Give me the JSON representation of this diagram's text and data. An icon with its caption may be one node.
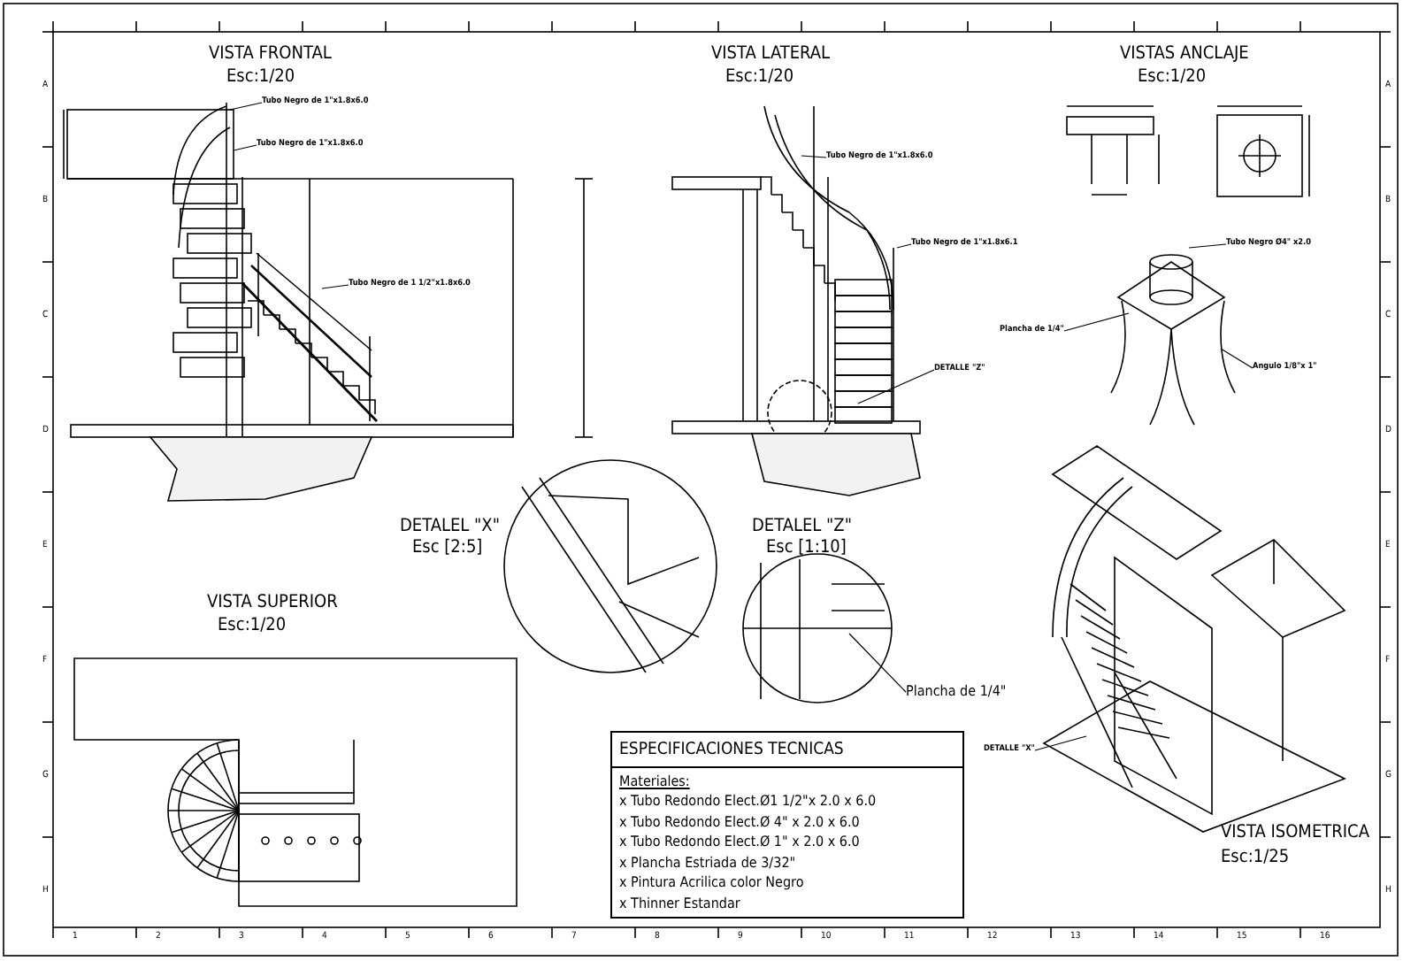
{
  "diagram": {
    "nodes": [
      {
        "text": [
          "Tubo Negro de 1\"x1.8x6.0"
        ]
      },
      {
        "text": [
          "Tubo Negro de 1\"x1.8x6.0"
        ]
      },
      {
        "text": [
          "Tubo Negro de 1 1/2\"x1.8x6.0"
        ]
      },
      {
        "text": [
          "Tubo Negro de 1\"x1.8x6.0"
        ]
      },
      {
        "text": [
          "Tubo Negro de 1\"x1.8x6.1"
        ]
      },
      {
        "text": [
          "Tubo Negro Ø4\" x2.0"
        ]
      },
      {
        "text": [
          "Plancha de 1/4\""
        ]
      },
      {
        "text": [
          "Angulo 1/8\"x 1\""
        ]
      },
      {
        "text": [
          "Plancha de 1/4\""
        ]
      },
      {
        "text": [
          "DETALLE \"X\""
        ]
      },
      {
        "text": [
          "DETALLE \"Z\""
        ]
      },
      {
        "text": [
          "ESPECIFICACIONES TECNICAS",
          "Materiales:",
          "x Tubo Redondo Elect.Ø1 1/2\"x 2.0 x 6.0",
          "x Tubo Redondo Elect.Ø 4\" x 2.0 x 6.0",
          "x Tubo Redondo Elect.Ø 1\" x 2.0 x 6.0",
          "x Plancha Estriada de 3/32\"",
          "x Pintura Acrilica color Negro",
          "x Thinner Estandar"
        ]
      }
    ],
    "edges": [
      {
        "from": 0,
        "to": null,
        "arrow": "none"
      },
      {
        "from": 1,
        "to": null,
        "arrow": "none"
      },
      {
        "from": 2,
        "to": null,
        "arrow": "none"
      },
      {
        "from": 3,
        "to": null,
        "arrow": "none"
      },
      {
        "from": 4,
        "to": null,
        "arrow": "none"
      },
      {
        "from": 5,
        "to": null,
        "arrow": "none"
      },
      {
        "from": 6,
        "to": null,
        "arrow": "none"
      },
      {
        "from": 7,
        "to": null,
        "arrow": "none"
      },
      {
        "from": 8,
        "to": null,
        "arrow": "none"
      },
      {
        "from": 9,
        "to": null,
        "arrow": "none"
      },
      {
        "from": 10,
        "to": null,
        "arrow": "none"
      }
    ],
    "labels": [
      "VISTA FRONTAL",
      "Esc:1/20",
      "VISTA LATERAL",
      "Esc:1/20",
      "VISTAS ANCLAJE",
      "Esc:1/20",
      "DETALEL \"X\"",
      "Esc [2:5]",
      "DETALEL \"Z\"",
      "Esc [1:10]",
      "VISTA SUPERIOR",
      "Esc:1/20",
      "VISTA ISOMETRICA",
      "Esc:1/25",
      "1",
      "2",
      "3",
      "4",
      "5",
      "6",
      "7",
      "8",
      "9",
      "10",
      "11",
      "12",
      "13",
      "14",
      "15",
      "16",
      "A",
      "B",
      "C",
      "D",
      "E",
      "F",
      "G",
      "H",
      "A",
      "B",
      "C",
      "D",
      "E",
      "F",
      "G",
      "H"
    ]
  }
}
